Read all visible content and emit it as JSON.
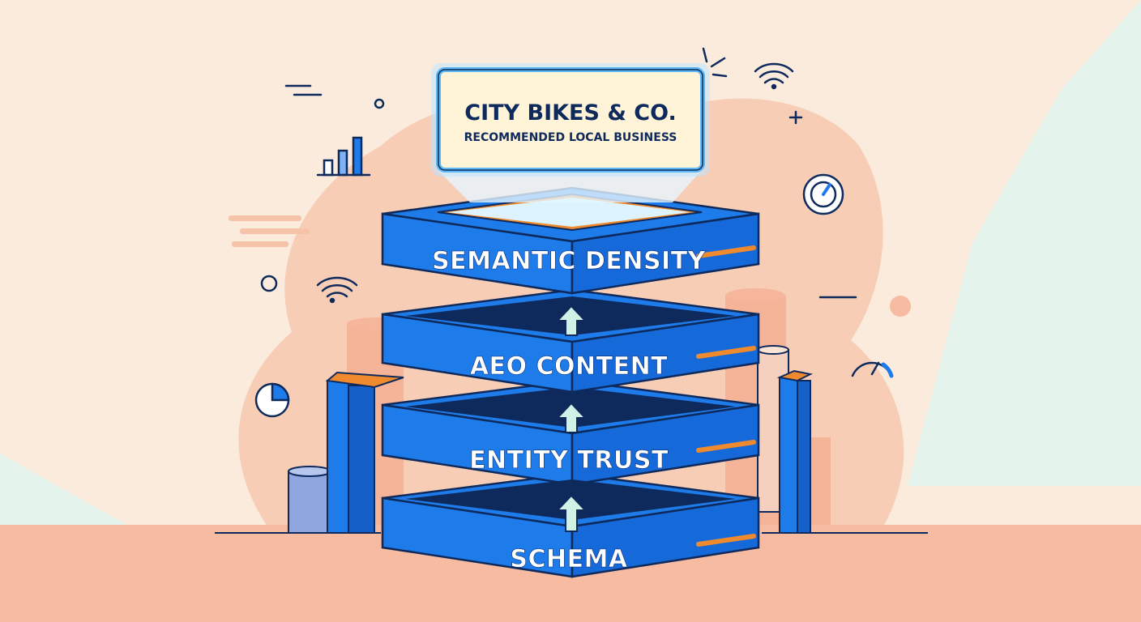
{
  "sign": {
    "title": "CITY BIKES & CO.",
    "subtitle": "RECOMMENDED LOCAL BUSINESS"
  },
  "layers": [
    {
      "label": "SEMANTIC DENSITY"
    },
    {
      "label": "AEO CONTENT"
    },
    {
      "label": "ENTITY TRUST"
    },
    {
      "label": "SCHEMA"
    }
  ],
  "colors": {
    "background": "#FBEBDD",
    "floor": "#F6BBA0",
    "blob": "#F7CDB6",
    "mint": "#E3F2EA",
    "layer_blue": "#1E7BEA",
    "layer_dark": "#0E2A5C",
    "accent_orange": "#F08A2E",
    "arrow_mint": "#CFF1E6",
    "sign_glow": "#A9DFFF"
  },
  "icons": [
    "bar-chart-icon",
    "wifi-icon",
    "gauge-icon",
    "pie-chart-icon",
    "speedometer-icon",
    "sparkle-icon",
    "arrow-up-icon"
  ]
}
